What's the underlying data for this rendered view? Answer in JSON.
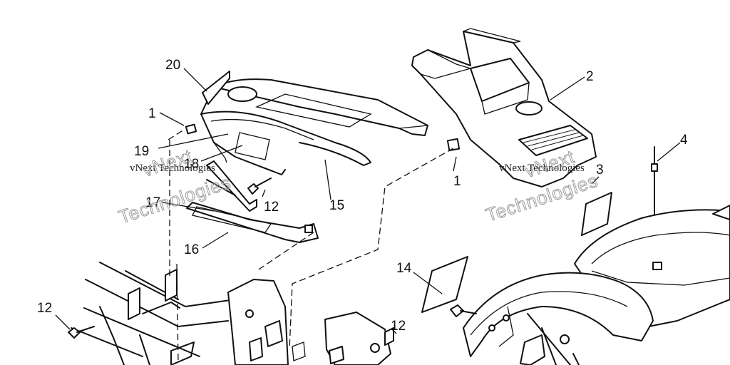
{
  "diagram": {
    "callouts": {
      "c20": "20",
      "c2": "2",
      "c1a": "1",
      "c19": "19",
      "c18": "18",
      "c1b": "1",
      "c4": "4",
      "c3": "3",
      "c12a": "12",
      "c15": "15",
      "c17": "17",
      "c16": "16",
      "c14": "14",
      "c12b": "12",
      "c12c": "12"
    },
    "watermarks": {
      "small_left": "vNext Technologies",
      "small_right": "vNext Technologies",
      "big_left_1": "vNext",
      "big_left_2": "Technologies",
      "big_right_1": "vNext",
      "big_right_2": "Technologies"
    }
  }
}
